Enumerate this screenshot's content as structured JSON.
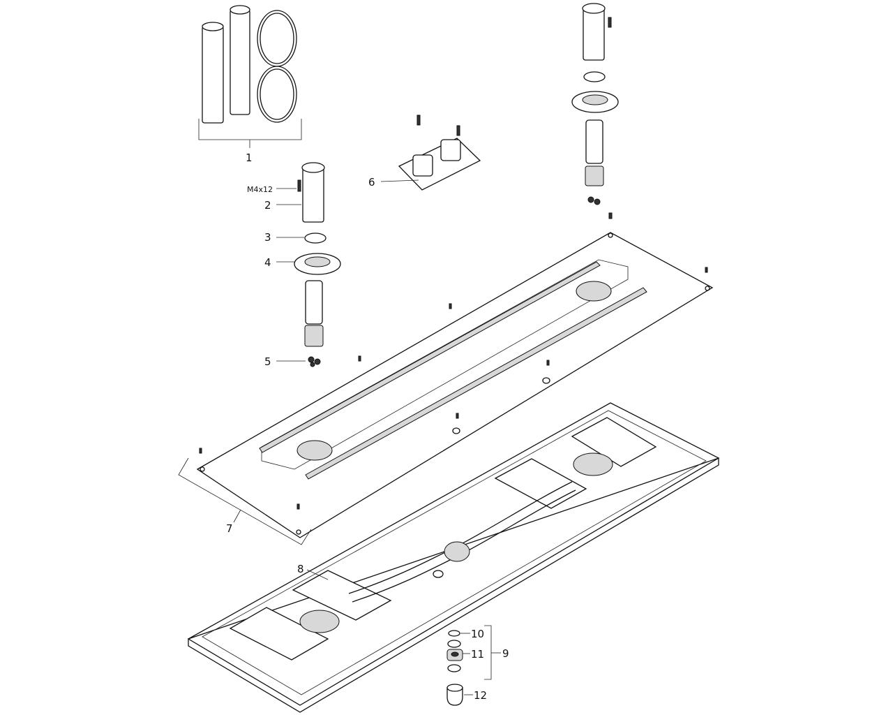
{
  "diagram": {
    "type": "exploded-parts-view",
    "callouts": {
      "p1": "1",
      "screw": "M4x12",
      "p2": "2",
      "p3": "3",
      "p4": "4",
      "p5": "5",
      "p6": "6",
      "p7": "7",
      "p8": "8",
      "p9": "9",
      "p10": "10",
      "p11": "11",
      "p12": "12"
    }
  }
}
